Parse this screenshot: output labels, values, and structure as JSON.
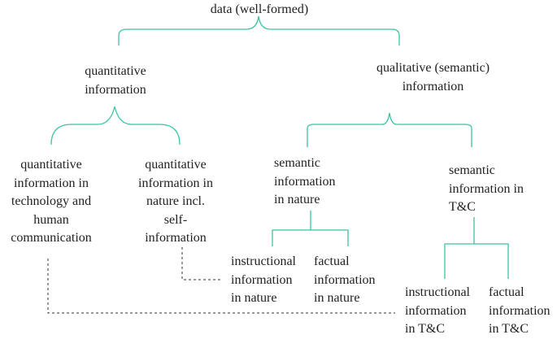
{
  "colors": {
    "connector": "#3cc4a4",
    "dashed": "#333333",
    "text": "#222222"
  },
  "nodes": {
    "root": [
      "data (well-formed)"
    ],
    "quant": [
      "quantitative",
      "information"
    ],
    "qual": [
      "qualitative (semantic)",
      "information"
    ],
    "quant_tech": [
      "quantitative",
      "information in",
      "technology and",
      "human",
      "communication"
    ],
    "quant_nature": [
      "quantitative",
      "information in",
      "nature incl.",
      "self-",
      "information"
    ],
    "sem_nature": [
      "semantic",
      "information",
      "in nature"
    ],
    "sem_tc": [
      "semantic",
      "information in",
      "T&C"
    ],
    "instr_nature": [
      "instructional",
      "information",
      "in nature"
    ],
    "fact_nature": [
      "factual",
      "information",
      "in nature"
    ],
    "instr_tc": [
      "instructional",
      "information",
      "in T&C"
    ],
    "fact_tc": [
      "factual",
      "information",
      "in T&C"
    ]
  }
}
